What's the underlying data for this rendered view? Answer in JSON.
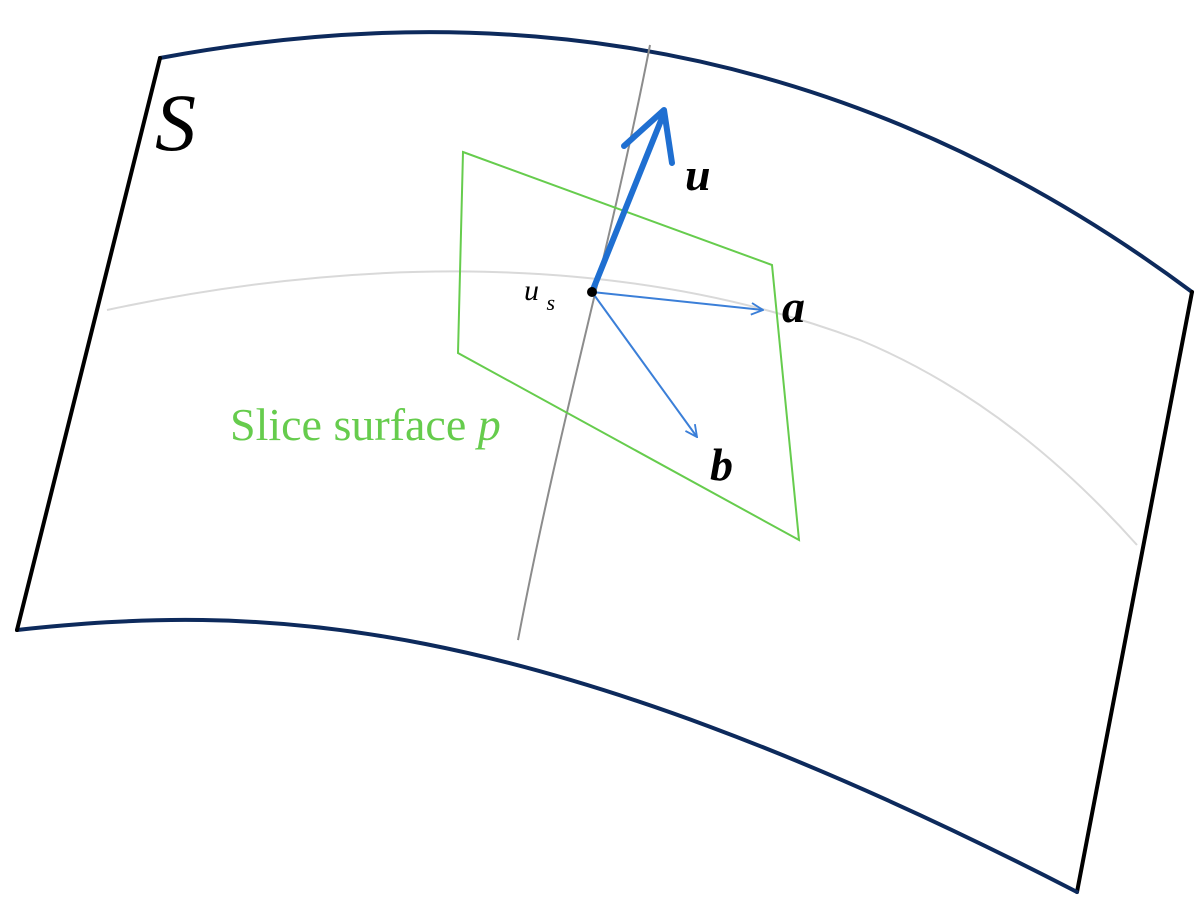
{
  "diagram": {
    "surface_label": "S",
    "slice_label_text": "Slice surface ",
    "slice_label_var": "p",
    "point_label_base": "u",
    "point_label_sub": "s",
    "vector_u_label": "u",
    "vector_a_label": "a",
    "vector_b_label": "b"
  },
  "colors": {
    "surface_edge_curved": "#0d2a5c",
    "surface_edge_straight": "#000000",
    "grid_curve_horizontal": "#d9d9d9",
    "grid_line_vertical": "#8c8c8c",
    "slice_plane": "#66cc4d",
    "vector_u": "#1f6fd1",
    "vectors_ab": "#3b7fd8",
    "point": "#000000",
    "label_text": "#000000",
    "slice_label_text": "#66cc4d"
  }
}
